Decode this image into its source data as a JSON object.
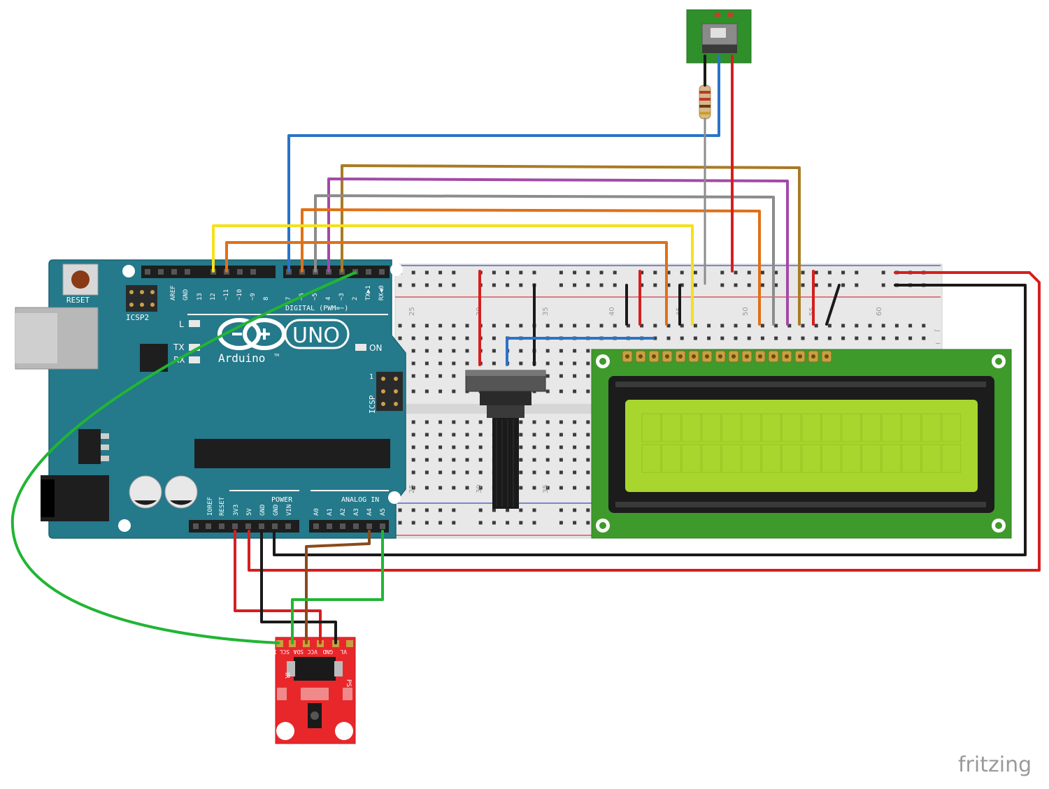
{
  "watermark": "fritzing",
  "arduino": {
    "reset_label": "RESET",
    "icsp2_label": "ICSP2",
    "icsp_label": "ICSP",
    "brand": "Arduino",
    "trademark": "TM",
    "model": "UNO",
    "on_label": "ON",
    "led_l": "L",
    "led_tx": "TX",
    "led_rx": "RX",
    "digital_header": "DIGITAL (PWM=~)",
    "digital_pins": [
      "AREF",
      "GND",
      "13",
      "12",
      "~11",
      "~10",
      "~9",
      "8",
      "7",
      "~6",
      "~5",
      "4",
      "~3",
      "2",
      "TX▶1",
      "RX◀0"
    ],
    "power_header": "POWER",
    "power_pins": [
      "IOREF",
      "RESET",
      "3V3",
      "5V",
      "GND",
      "GND",
      "VIN"
    ],
    "analog_header": "ANALOG IN",
    "analog_pins": [
      "A0",
      "A1",
      "A2",
      "A3",
      "A4",
      "A5"
    ],
    "icsp_num": "1"
  },
  "breadboard": {
    "top_numbers": [
      "25",
      "30",
      "35",
      "40",
      "45",
      "50",
      "55",
      "60"
    ],
    "bottom_numbers": [
      "25",
      "30",
      "35"
    ],
    "row_letters": [
      "J",
      "I"
    ]
  },
  "sensor": {
    "pins": [
      "INT",
      "SCL",
      "SDA",
      "VCC",
      "GND",
      "VL"
    ],
    "label_ir": "IR",
    "label_ps": "PS"
  },
  "colors": {
    "arduino_board": "#24798a",
    "lcd_board": "#3f9a2c",
    "lcd_screen": "#a8d62e",
    "sensor_board": "#e8272b",
    "switch_board": "#2f8f2a",
    "wire_red": "#d41f1f",
    "wire_black": "#1a1a1a",
    "wire_blue": "#2a73c9",
    "wire_green": "#21b534",
    "wire_yellow": "#f4e11c",
    "wire_orange": "#e07017",
    "wire_purple": "#a24aa6",
    "wire_gray": "#8c8c8c",
    "wire_brown_gold": "#a87b25",
    "wire_brown": "#8a4a1c"
  }
}
